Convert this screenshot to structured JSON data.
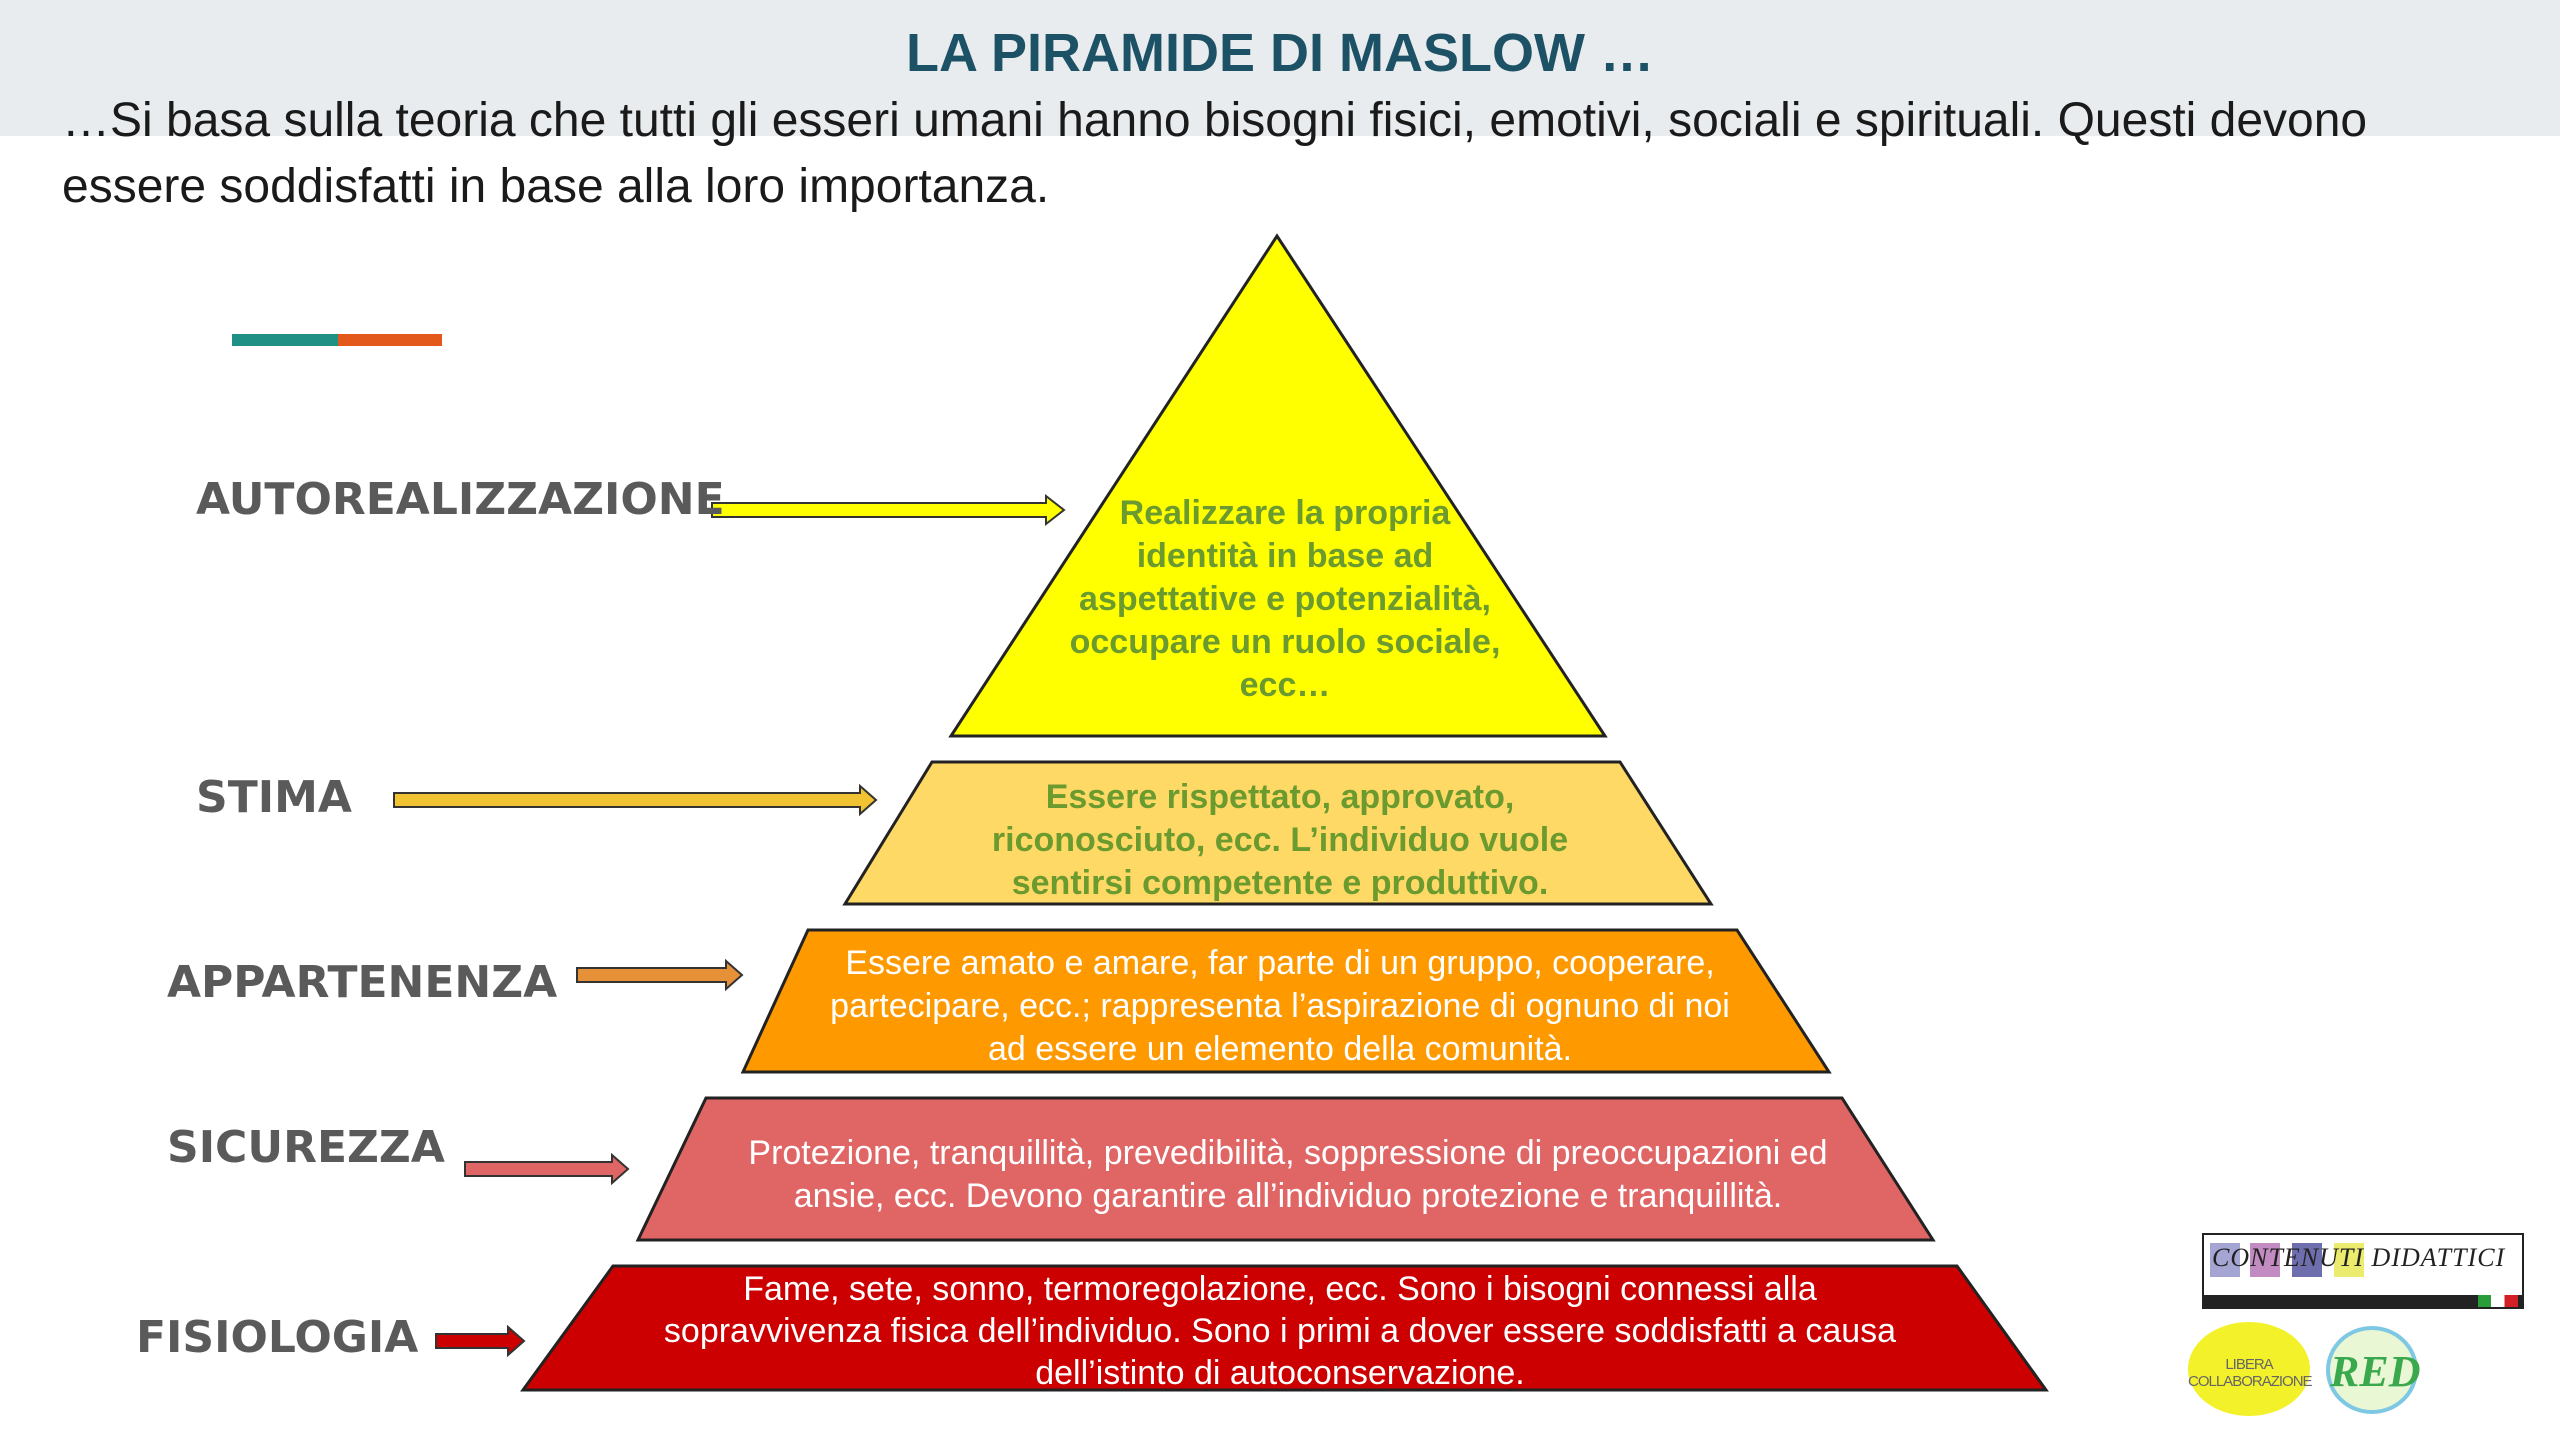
{
  "header": {
    "title": "LA PIRAMIDE DI MASLOW …",
    "subtitle": "…Si basa sulla teoria che tutti gli esseri umani hanno bisogni fisici, emotivi, sociali e spirituali. Questi devono essere soddisfatti in base alla loro importanza."
  },
  "levels": [
    {
      "label": "AUTOREALIZZAZIONE",
      "text": "Realizzare la propria identità in base ad aspettative e potenzialità, occupare un ruolo sociale, ecc…",
      "fill": "#ffff00",
      "text_color": "#6b9a2e"
    },
    {
      "label": "STIMA",
      "text": "Essere rispettato, approvato, riconosciuto, ecc. L’individuo vuole sentirsi competente e produttivo.",
      "fill": "#ffd966",
      "text_color": "#6b9a2e"
    },
    {
      "label": "APPARTENENZA",
      "text": "Essere amato e amare, far parte di un gruppo, cooperare, partecipare, ecc.; rappresenta l’aspirazione di ognuno di noi ad essere un elemento della comunità.",
      "fill": "#ff9900",
      "text_color": "#ffffff"
    },
    {
      "label": "SICUREZZA",
      "text": "Protezione, tranquillità, prevedibilità, soppressione di preoccupazioni ed ansie, ecc. Devono garantire all’individuo protezione e tranquillità.",
      "fill": "#e06666",
      "text_color": "#ffffff"
    },
    {
      "label": "FISIOLOGIA",
      "text": "Fame, sete, sonno, termoregolazione, ecc. Sono i bisogni connessi alla sopravvivenza fisica dell’individuo. Sono i primi a dover essere soddisfatti a causa dell’istinto di autoconservazione.",
      "fill": "#cc0000",
      "text_color": "#ffffff"
    }
  ],
  "logos": {
    "contenuti_didattici": "CONTENUTI DIDATTICI",
    "libera_collaborazione": "LIBERA COLLABORAZIONE",
    "red": "RED"
  }
}
